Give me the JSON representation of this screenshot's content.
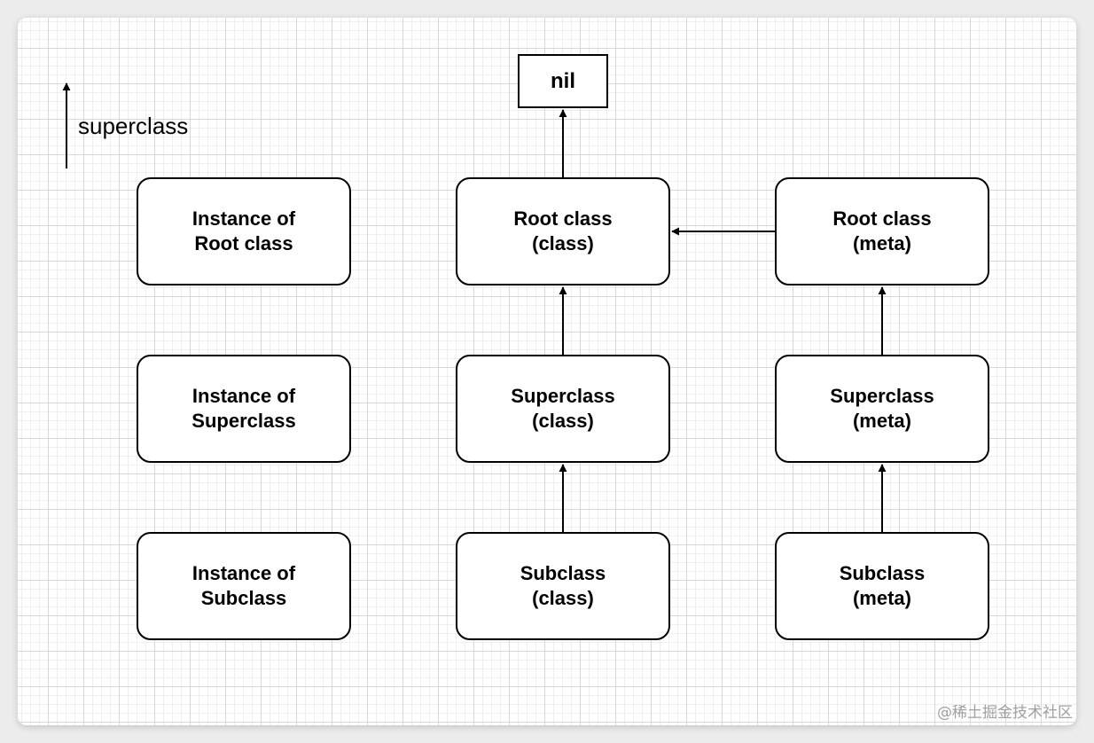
{
  "legend": {
    "arrow_label": "superclass"
  },
  "nodes": {
    "nil": "nil",
    "instance_root": "Instance of\nRoot class",
    "instance_super": "Instance of\nSuperclass",
    "instance_sub": "Instance of\nSubclass",
    "root_class": "Root class\n(class)",
    "super_class": "Superclass\n(class)",
    "sub_class": "Subclass\n(class)",
    "root_meta": "Root class\n(meta)",
    "super_meta": "Superclass\n(meta)",
    "sub_meta": "Subclass\n(meta)"
  },
  "edges": [
    {
      "from": "Subclass (class)",
      "to": "Superclass (class)"
    },
    {
      "from": "Superclass (class)",
      "to": "Root class (class)"
    },
    {
      "from": "Root class (class)",
      "to": "nil"
    },
    {
      "from": "Subclass (meta)",
      "to": "Superclass (meta)"
    },
    {
      "from": "Superclass (meta)",
      "to": "Root class (meta)"
    },
    {
      "from": "Root class (meta)",
      "to": "Root class (class)"
    }
  ],
  "watermark": "@稀土掘金技术社区"
}
